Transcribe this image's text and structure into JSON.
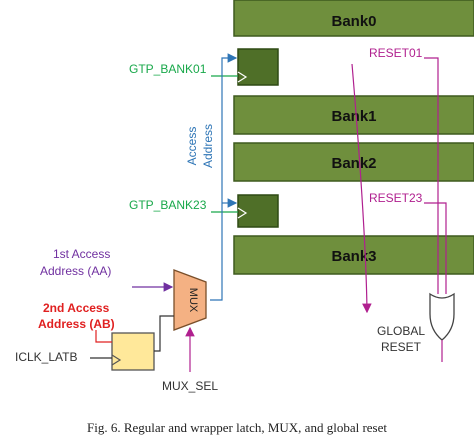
{
  "banks": {
    "bank0": "Bank0",
    "bank1": "Bank1",
    "bank2": "Bank2",
    "bank3": "Bank3"
  },
  "signals": {
    "gtp_bank01": "GTP_BANK01",
    "gtp_bank23": "GTP_BANK23",
    "reset01": "RESET01",
    "reset23": "RESET23",
    "global_reset_line1": "GLOBAL",
    "global_reset_line2": "RESET",
    "access_address_line1": "Access",
    "access_address_line2": "Address",
    "first_access_line1": "1st Access",
    "first_access_line2": "Address (AA)",
    "second_access_line1": "2nd Access",
    "second_access_line2": "Address (AB)",
    "iclk_latb": "ICLK_LATB",
    "mux_sel": "MUX_SEL",
    "mux_label": "MUX"
  },
  "caption": "Fig. 6.   Regular and wrapper latch, MUX, and global reset",
  "colors": {
    "bank_fill": "#6f8f3d",
    "bank_stroke": "#3f5a1e",
    "latch_fill": "#4f6f28",
    "mux_fill": "#f4b183",
    "small_latch_fill": "#ffe89a",
    "green_text": "#18a84a",
    "blue_text": "#2e75b6",
    "purple": "#7030a0",
    "magenta": "#b0208f",
    "red_text": "#e02020"
  }
}
